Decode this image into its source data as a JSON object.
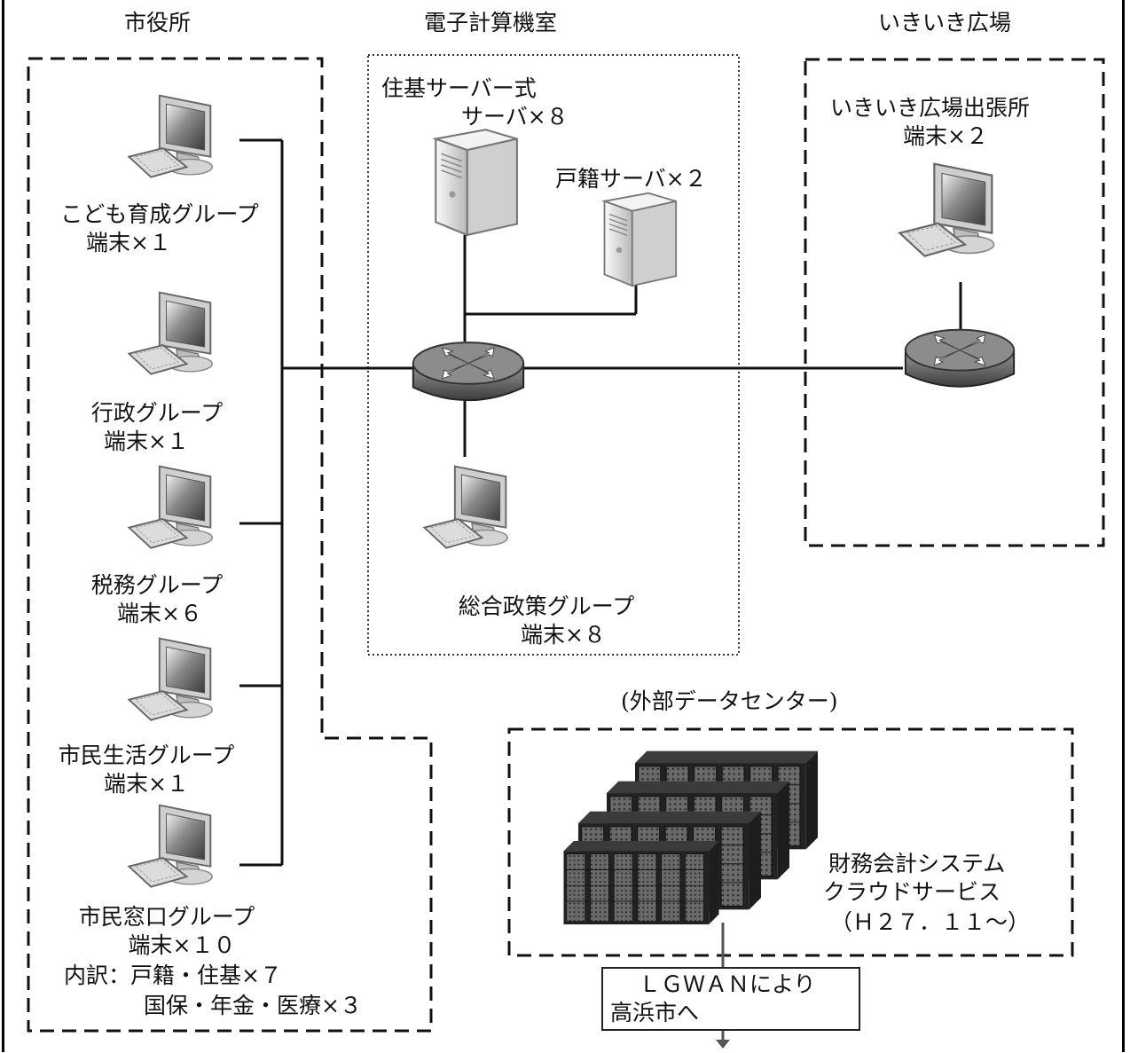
{
  "zones": {
    "city_hall": "市役所",
    "computer_room": "電子計算機室",
    "ikiiki": "いきいき広場",
    "external_dc": "(外部データセンター)"
  },
  "city_hall_terminals": [
    {
      "group": "こども育成グループ",
      "count": "端末×１"
    },
    {
      "group": "行政グループ",
      "count": "端末×１"
    },
    {
      "group": "税務グループ",
      "count": "端末×６"
    },
    {
      "group": "市民生活グループ",
      "count": "端末×１"
    },
    {
      "group": "市民窓口グループ",
      "count": "端末×１０",
      "breakdown": [
        "内訳：戸籍・住基×７",
        "国保・年金・医療×３"
      ]
    }
  ],
  "computer_room": {
    "jyuki_server": {
      "line1": "住基サーバー式",
      "line2": "サーバ×８"
    },
    "koseki_server": "戸籍サーバ×２",
    "policy_group": {
      "group": "総合政策グループ",
      "count": "端末×８"
    }
  },
  "ikiiki_office": {
    "name": "いきいき広場出張所",
    "count": "端末×２"
  },
  "cloud": {
    "line1": "財務会計システム",
    "line2": "クラウドサービス",
    "line3": "（Ｈ２７．１１～）"
  },
  "lgwan": {
    "line1": "ＬＧＷＡＮにより",
    "line2": "高浜市へ"
  },
  "icons": [
    "desktop-computer-icon",
    "tower-server-icon",
    "router-icon",
    "server-rack-icon"
  ]
}
